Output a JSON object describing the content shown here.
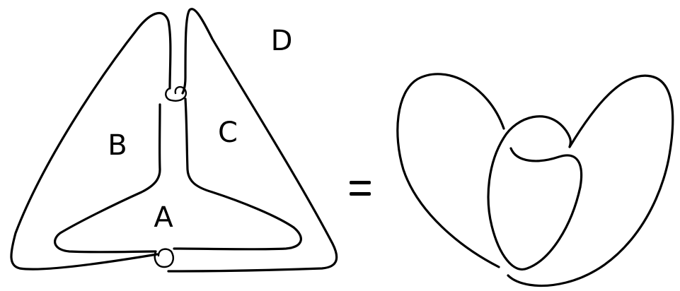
{
  "regions": {
    "a": "A",
    "b": "B",
    "c": "C",
    "d": "D"
  },
  "ink_color": "#000000",
  "background_color": "#ffffff"
}
